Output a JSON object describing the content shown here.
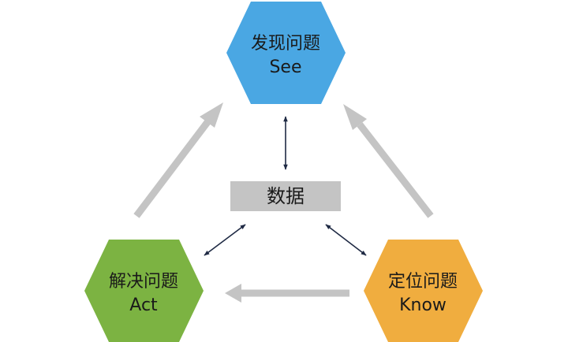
{
  "center": {
    "label": "数据",
    "color": "#c4c4c4"
  },
  "nodes": {
    "see": {
      "title": "发现问题",
      "subtitle": "See",
      "color": "#4aa7e3"
    },
    "act": {
      "title": "解决问题",
      "subtitle": "Act",
      "color": "#7cb342"
    },
    "know": {
      "title": "定位问题",
      "subtitle": "Know",
      "color": "#f0ad3f"
    }
  },
  "colors": {
    "cycle_arrow": "#c4c4c4",
    "data_arrow": "#1f2a44"
  }
}
